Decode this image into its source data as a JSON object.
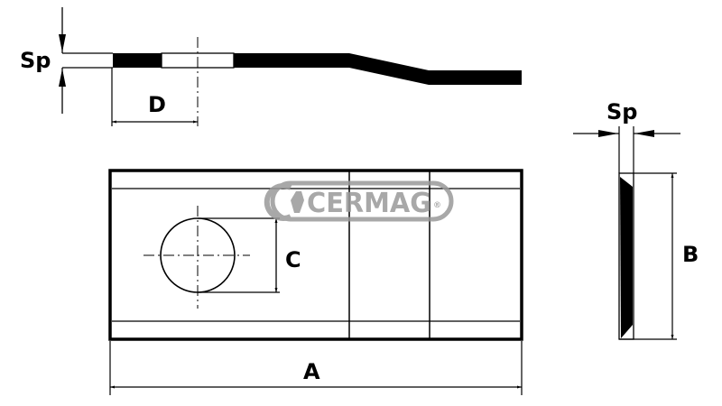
{
  "diagram": {
    "type": "technical-drawing",
    "subject": "mower blade",
    "views": {
      "profile_view": {
        "dimension_labels": {
          "thickness": "Sp",
          "hole_offset": "D"
        }
      },
      "plan_view": {
        "dimension_labels": {
          "length": "A",
          "hole_diameter": "C"
        }
      },
      "side_view": {
        "dimension_labels": {
          "thickness": "Sp",
          "width": "B"
        }
      }
    },
    "watermark": {
      "text": "CERMAG",
      "registered_mark": "®"
    },
    "colors": {
      "line": "#000000",
      "watermark": "#9a9a9a",
      "background": "#ffffff"
    }
  }
}
